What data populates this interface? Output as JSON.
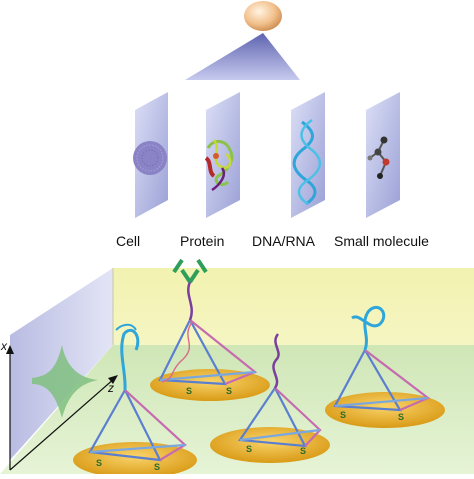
{
  "targets": {
    "labels": [
      "Cell",
      "Protein",
      "DNA/RNA",
      "Small molecule"
    ]
  },
  "axes": {
    "x_label": "x",
    "z_label": "z"
  },
  "anchor_glyph": "S",
  "colors": {
    "light_bulb": "#f2c08c",
    "light_cone": "#7f86c4",
    "panel": "#b9bde3",
    "cell": "#8a83c6",
    "dna_strand": "#2fa6d9",
    "back_wall": "#f6f6c2",
    "floor": "#d8ecc0",
    "left_wall": "#c9cbe8",
    "gold_pad": "#f0b62a",
    "peak": "#7fbf7f"
  }
}
